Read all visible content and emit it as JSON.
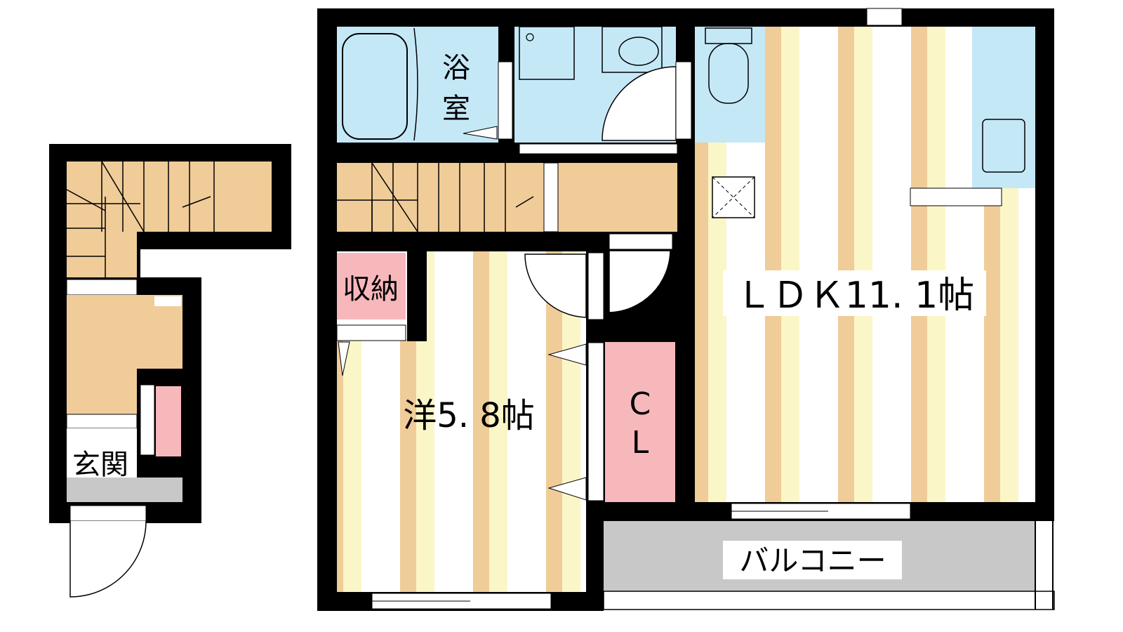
{
  "rooms": {
    "bath": {
      "label_line1": "浴",
      "label_line2": "室"
    },
    "storage": {
      "label": "収納"
    },
    "western": {
      "label": "洋5. 8帖"
    },
    "closet": {
      "label_line1": "C",
      "label_line2": "L"
    },
    "ldk": {
      "label": "ＬＤＫ11. 1帖"
    },
    "entrance": {
      "label": "玄関"
    },
    "balcony": {
      "label": "バルコニー"
    }
  },
  "colors": {
    "wall": "#000000",
    "wood": "#f0cc99",
    "light_wood": "#fbf6c8",
    "water": "#c5e8f7",
    "pink": "#f7b8bc",
    "gray": "#c8c8c8",
    "white": "#ffffff"
  }
}
